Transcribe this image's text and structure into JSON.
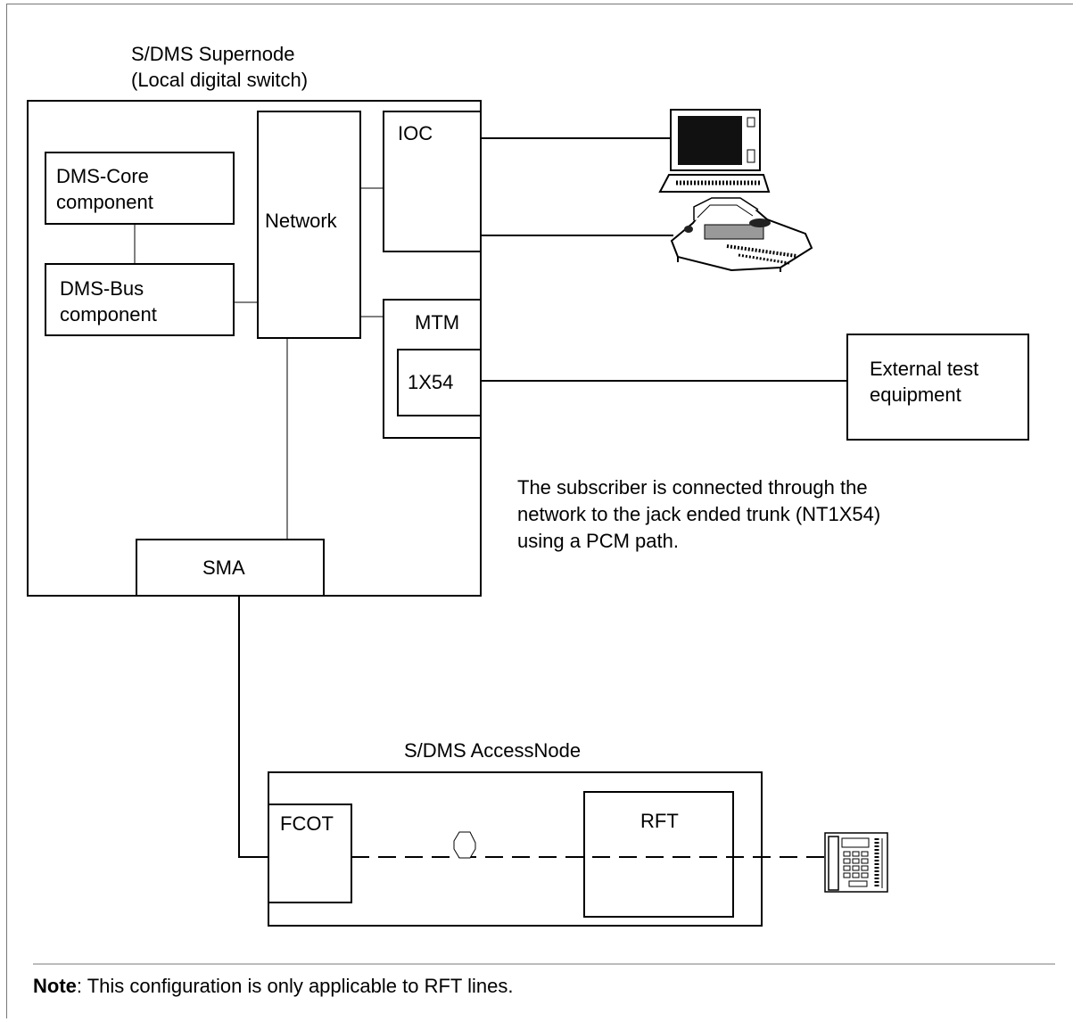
{
  "supernode": {
    "title_line1": "S/DMS Supernode",
    "title_line2": "(Local digital switch)",
    "core_line1": "DMS-Core",
    "core_line2": "component",
    "bus_line1": "DMS-Bus",
    "bus_line2": "component",
    "network": "Network",
    "ioc": "IOC",
    "mtm": "MTM",
    "trunk": "1X54",
    "sma": "SMA"
  },
  "external": {
    "line1": "External test",
    "line2": "equipment"
  },
  "description": {
    "line1": "The subscriber is connected through the",
    "line2": "network to the jack ended trunk (NT1X54)",
    "line3": "using a PCM path."
  },
  "accessnode": {
    "title": "S/DMS AccessNode",
    "fcot": "FCOT",
    "rft": "RFT"
  },
  "icons": [
    "computer-terminal-icon",
    "printer-icon",
    "telephone-icon"
  ],
  "note": {
    "label": "Note",
    "text": ":  This configuration is only applicable to RFT lines."
  }
}
